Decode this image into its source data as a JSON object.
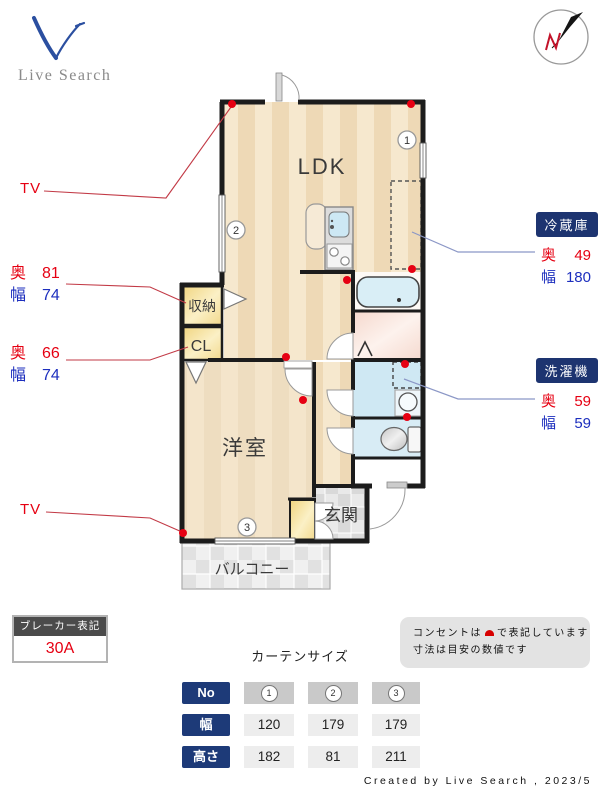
{
  "brand": {
    "logo_text": "Live Search",
    "compass_letter": "N"
  },
  "plan": {
    "rooms": {
      "ldk": "LDK",
      "storage": "収納",
      "closet": "CL",
      "western": "洋室",
      "entrance": "玄関",
      "balcony": "バルコニー"
    }
  },
  "markers": [
    "1",
    "2",
    "3"
  ],
  "annotations": {
    "tv1": "TV",
    "tv2": "TV",
    "depth_label": "奥",
    "width_label": "幅",
    "storage": {
      "depth": "81",
      "width": "74"
    },
    "closet": {
      "depth": "66",
      "width": "74"
    },
    "fridge": {
      "title": "冷蔵庫",
      "depth": "49",
      "width": "180"
    },
    "washer": {
      "title": "洗濯機",
      "depth": "59",
      "width": "59"
    }
  },
  "breaker": {
    "title": "ブレーカー表記",
    "value": "30A"
  },
  "note": {
    "line1_pre": "コンセントは",
    "line1_post": "で表記しています",
    "line2": "寸法は目安の数値です"
  },
  "curtain": {
    "title": "カーテンサイズ",
    "row_no": "No",
    "row_width": "幅",
    "row_height": "高さ",
    "widths": [
      "120",
      "179",
      "179"
    ],
    "heights": [
      "182",
      "81",
      "211"
    ]
  },
  "credit": "Created by Live Search , 2023/5",
  "colors": {
    "accent_red": "#e60012",
    "accent_blue": "#1d2fbe",
    "navy": "#1d3470",
    "outlet": "#e60012"
  }
}
